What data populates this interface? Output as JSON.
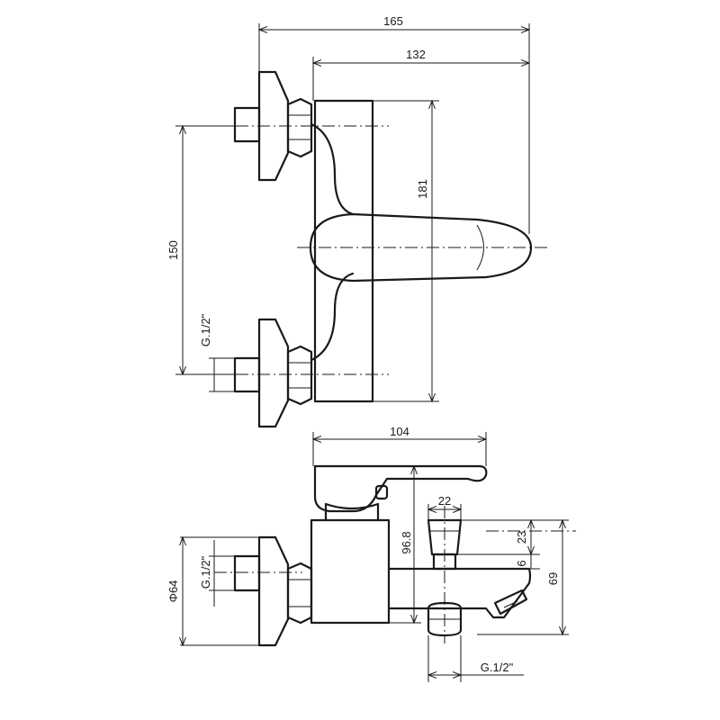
{
  "top_view": {
    "dim_overall_width": "165",
    "dim_body_width": "132",
    "dim_height": "181",
    "dim_inlet_spacing": "150",
    "dim_inlet_thread": "G.1/2\""
  },
  "side_view": {
    "dim_handle_length": "104",
    "dim_diverter_width": "22",
    "dim_body_height": "96.8",
    "dim_diverter_height": "23",
    "dim_diverter_gap": "6",
    "dim_spout_height": "69",
    "dim_flange_diameter": "Φ64",
    "dim_inlet_thread": "G.1/2\"",
    "dim_outlet_thread": "G.1/2\""
  }
}
